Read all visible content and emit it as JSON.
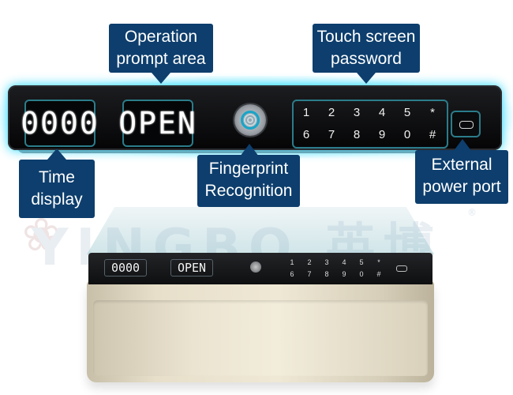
{
  "watermark": {
    "text": "YINGBO",
    "chinese": "英博",
    "registered": "®"
  },
  "panel": {
    "time_display": "0000",
    "prompt_display": "OPEN",
    "keypad_rows": [
      [
        "1",
        "2",
        "3",
        "4",
        "5",
        "*"
      ],
      [
        "6",
        "7",
        "8",
        "9",
        "0",
        "#"
      ]
    ]
  },
  "callouts": {
    "operation": "Operation\nprompt area",
    "touch": "Touch screen\npassword",
    "time": "Time\ndisplay",
    "fingerprint": "Fingerprint\nRecognition",
    "power": "External\npower port"
  },
  "product": {
    "time_display": "0000",
    "prompt_display": "OPEN",
    "keypad_rows": [
      [
        "1",
        "2",
        "3",
        "4",
        "5",
        "*"
      ],
      [
        "6",
        "7",
        "8",
        "9",
        "0",
        "#"
      ]
    ]
  },
  "colors": {
    "callout_bg": "#0d3e6d",
    "glow": "#4fe0ff",
    "lcd_border": "#2b7c8a"
  }
}
